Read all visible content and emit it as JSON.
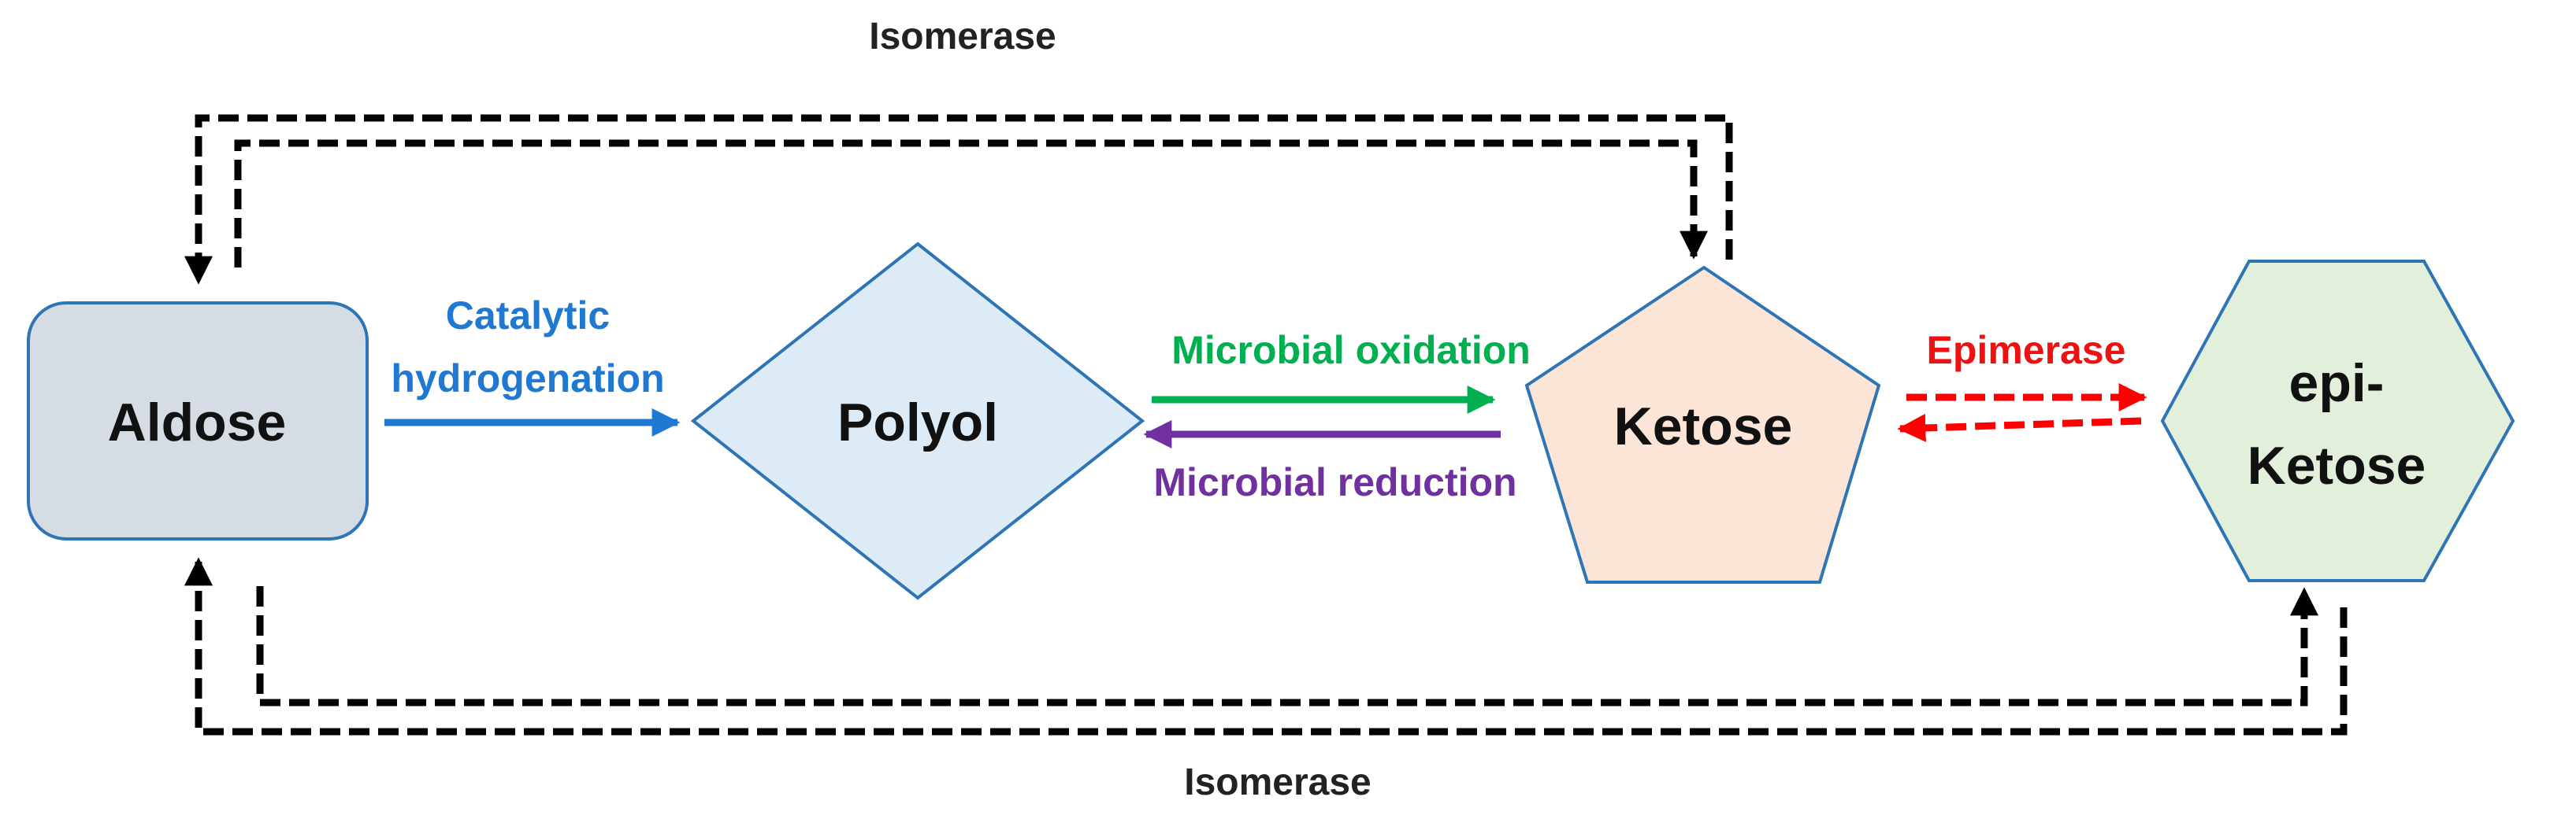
{
  "nodes": {
    "aldose": {
      "label": "Aldose",
      "fill": "#d6dce4",
      "stroke": "#2e75b6"
    },
    "polyol": {
      "label": "Polyol",
      "fill": "#ddebf7",
      "stroke": "#2e75b6"
    },
    "ketose": {
      "label": "Ketose",
      "fill": "#fce4d6",
      "stroke": "#2e75b6"
    },
    "epi_ketose": {
      "label_line1": "epi-",
      "label_line2": "Ketose",
      "fill": "#e2efda",
      "stroke": "#2e75b6"
    }
  },
  "edges": {
    "isomerase_top": {
      "label": "Isomerase"
    },
    "isomerase_bottom": {
      "label": "Isomerase"
    },
    "catalytic_hydrogenation": {
      "label_line1": "Catalytic",
      "label_line2": "hydrogenation",
      "color": "#1f78d1"
    },
    "microbial_oxidation": {
      "label": "Microbial oxidation",
      "color": "#00b050"
    },
    "microbial_reduction": {
      "label": "Microbial reduction",
      "color": "#7030a0"
    },
    "epimerase": {
      "label": "Epimerase",
      "color": "#ff0000"
    }
  }
}
